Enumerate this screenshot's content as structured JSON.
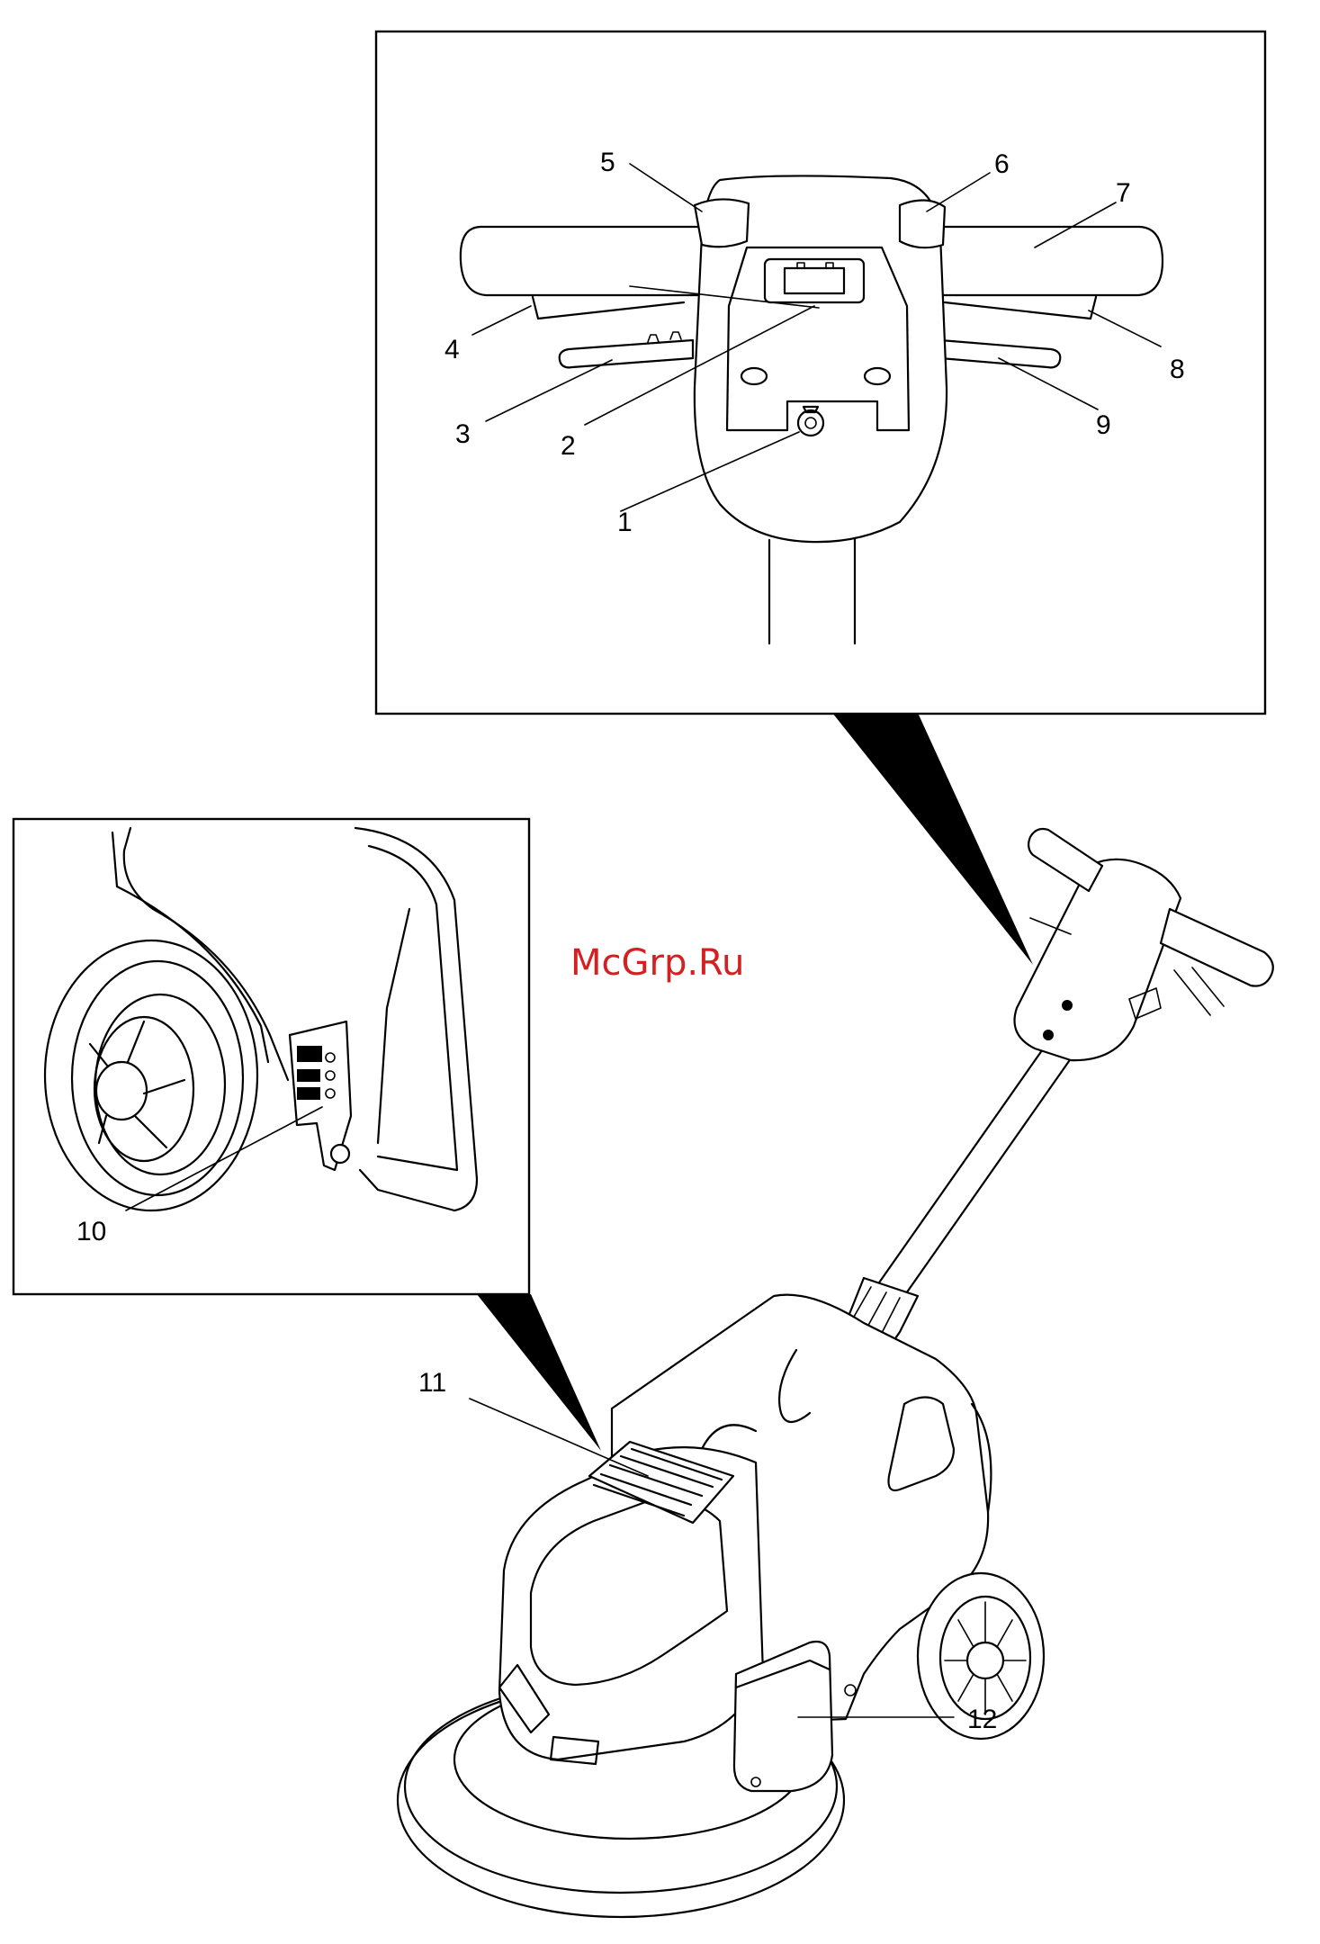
{
  "watermark": "McGrp.Ru",
  "callouts": [
    {
      "id": "1",
      "label": "1"
    },
    {
      "id": "2",
      "label": "2"
    },
    {
      "id": "3",
      "label": "3"
    },
    {
      "id": "4",
      "label": "4"
    },
    {
      "id": "5",
      "label": "5"
    },
    {
      "id": "6",
      "label": "6"
    },
    {
      "id": "7",
      "label": "7"
    },
    {
      "id": "8",
      "label": "8"
    },
    {
      "id": "9",
      "label": "9"
    },
    {
      "id": "10",
      "label": "10"
    },
    {
      "id": "11",
      "label": "11"
    },
    {
      "id": "12",
      "label": "12"
    }
  ],
  "colors": {
    "line": "#000000",
    "background": "#ffffff",
    "watermark": "#d42020"
  }
}
